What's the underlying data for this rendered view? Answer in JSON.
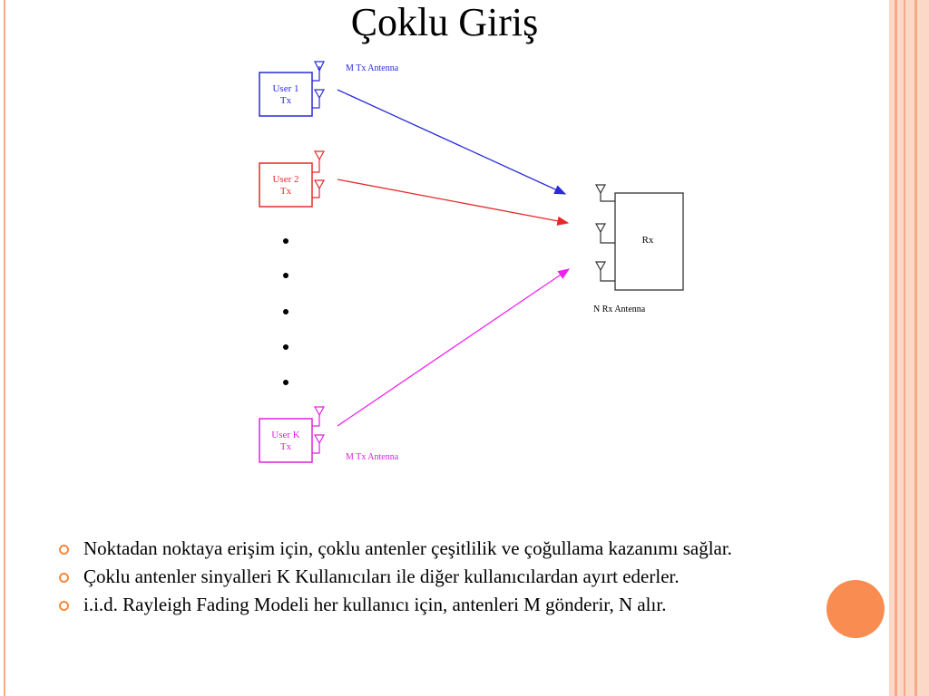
{
  "slide": {
    "title": "Çoklu Giriş"
  },
  "diagram": {
    "users": [
      {
        "line1": "User 1",
        "line2": "Tx",
        "color": "#2a2ad8"
      },
      {
        "line1": "User 2",
        "line2": "Tx",
        "color": "#e52a2a"
      },
      {
        "line1": "User K",
        "line2": "Tx",
        "color": "#e020e0"
      }
    ],
    "tx_antenna_label": "M Tx Antenna",
    "receiver": {
      "label": "Rx",
      "antenna_label": "N Rx Antenna"
    }
  },
  "bullets": [
    "Noktadan noktaya erişim için, çoklu antenler çeşitlilik ve çoğullama kazanımı sağlar.",
    "Çoklu antenler sinyalleri K Kullanıcıları ile diğer kullanıcılardan ayırt ederler.",
    "i.i.d. Rayleigh Fading  Modeli her kullanıcı için, antenleri M gönderir, N alır."
  ],
  "theme": {
    "accent": "#f5883f",
    "frame": "#fbd9c6"
  }
}
